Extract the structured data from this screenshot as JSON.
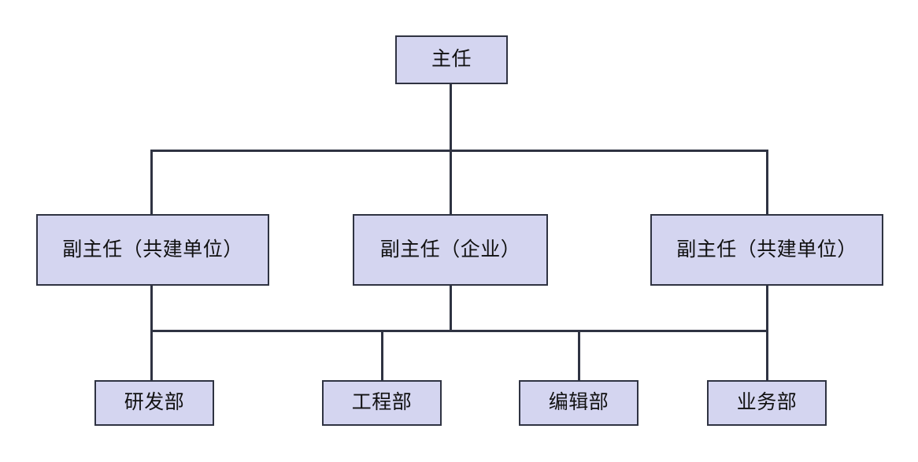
{
  "diagram": {
    "type": "org-chart",
    "title_present": false,
    "background_color": "#ffffff",
    "node_fill_color": "#d4d5f0",
    "node_border_color": "#2f3342",
    "connector_color": "#2f3342",
    "text_color": "#111111",
    "levels": [
      {
        "level": 1,
        "nodes": [
          {
            "id": "director",
            "label": "主任"
          }
        ]
      },
      {
        "level": 2,
        "nodes": [
          {
            "id": "deputy-left",
            "label": "副主任（共建单位）"
          },
          {
            "id": "deputy-middle",
            "label": "副主任（企业）"
          },
          {
            "id": "deputy-right",
            "label": "副主任（共建单位）"
          }
        ]
      },
      {
        "level": 3,
        "nodes": [
          {
            "id": "dept-rd",
            "label": "研发部"
          },
          {
            "id": "dept-engineering",
            "label": "工程部"
          },
          {
            "id": "dept-editorial",
            "label": "编辑部"
          },
          {
            "id": "dept-business",
            "label": "业务部"
          }
        ]
      }
    ],
    "edges": [
      {
        "from": "director",
        "to": "deputy-left"
      },
      {
        "from": "director",
        "to": "deputy-middle"
      },
      {
        "from": "director",
        "to": "deputy-right"
      },
      {
        "from": "deputy-row",
        "to": "dept-rd"
      },
      {
        "from": "deputy-row",
        "to": "dept-engineering"
      },
      {
        "from": "deputy-row",
        "to": "dept-editorial"
      },
      {
        "from": "deputy-row",
        "to": "dept-business"
      }
    ]
  }
}
